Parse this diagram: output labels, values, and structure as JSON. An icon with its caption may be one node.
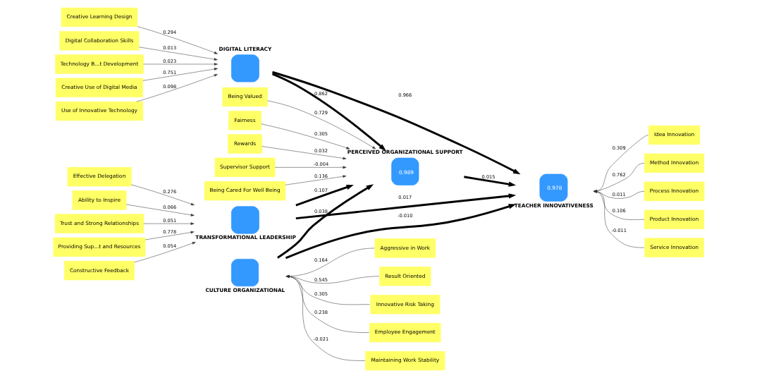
{
  "diagram": {
    "nodes": [
      {
        "text": [
          "DIGITAL LITERACY"
        ]
      },
      {
        "text": [
          "Creative Learning Design"
        ]
      },
      {
        "text": [
          "Digital Collaboration Skills"
        ]
      },
      {
        "text": [
          "Technology B...t Development"
        ]
      },
      {
        "text": [
          "Creative Use of Digital Media"
        ]
      },
      {
        "text": [
          "Use of Innovative Technology"
        ]
      },
      {
        "text": [
          "PERCEIVED ORGANIZATIONAL SUPPORT",
          "0.989"
        ]
      },
      {
        "text": [
          "Being Cared For Well Being"
        ]
      },
      {
        "text": [
          "Being Valued"
        ]
      },
      {
        "text": [
          "Fairness"
        ]
      },
      {
        "text": [
          "Rewards"
        ]
      },
      {
        "text": [
          "Supervisor Support"
        ]
      },
      {
        "text": [
          "0.978",
          "TEACHER INNOVATIVENESS"
        ]
      },
      {
        "text": [
          "Idea Innovation"
        ]
      },
      {
        "text": [
          "Method Innovation"
        ]
      },
      {
        "text": [
          "Process Innovation"
        ]
      },
      {
        "text": [
          "Product Innovation"
        ]
      },
      {
        "text": [
          "Service Innovation"
        ]
      },
      {
        "text": [
          "TRANSFORMATIONAL LEADERSHIP"
        ]
      },
      {
        "text": [
          "Effective Delegation"
        ]
      },
      {
        "text": [
          "Ability to Inspire"
        ]
      },
      {
        "text": [
          "Trust and Strong Relationships"
        ]
      },
      {
        "text": [
          "Providing Sup...t and Resources"
        ]
      },
      {
        "text": [
          "Constructive Feedback"
        ]
      },
      {
        "text": [
          "CULTURE ORGANIZATIONAL"
        ]
      },
      {
        "text": [
          "Aggressive in Work"
        ]
      },
      {
        "text": [
          "Result Oriented"
        ]
      },
      {
        "text": [
          "Innovative Risk Taking"
        ]
      },
      {
        "text": [
          "Employee Engagement"
        ]
      },
      {
        "text": [
          "Maintaining Work Stability"
        ]
      }
    ],
    "edges": [
      {
        "from": 1,
        "to": 0,
        "arrow": "to",
        "label": "0.294"
      },
      {
        "from": 2,
        "to": 0,
        "arrow": "to",
        "label": "0.013"
      },
      {
        "from": 3,
        "to": 0,
        "arrow": "to",
        "label": "0.023"
      },
      {
        "from": 4,
        "to": 0,
        "arrow": "to",
        "label": "0.751"
      },
      {
        "from": 5,
        "to": 0,
        "arrow": "to",
        "label": "0.098"
      },
      {
        "from": 7,
        "to": 6,
        "arrow": "to",
        "label": "0.136"
      },
      {
        "from": 8,
        "to": 6,
        "arrow": "to",
        "label": "0.729"
      },
      {
        "from": 9,
        "to": 6,
        "arrow": "to",
        "label": "0.305"
      },
      {
        "from": 10,
        "to": 6,
        "arrow": "to",
        "label": "0.032"
      },
      {
        "from": 11,
        "to": 6,
        "arrow": "to",
        "label": "-0.004"
      },
      {
        "from": 13,
        "to": 12,
        "arrow": "to",
        "label": "0.309"
      },
      {
        "from": 14,
        "to": 12,
        "arrow": "to",
        "label": "0.762"
      },
      {
        "from": 15,
        "to": 12,
        "arrow": "to",
        "label": "0.011"
      },
      {
        "from": 16,
        "to": 12,
        "arrow": "to",
        "label": "0.106"
      },
      {
        "from": 17,
        "to": 12,
        "arrow": "to",
        "label": "-0.011"
      },
      {
        "from": 19,
        "to": 18,
        "arrow": "to",
        "label": "0.276"
      },
      {
        "from": 20,
        "to": 18,
        "arrow": "to",
        "label": "0.066"
      },
      {
        "from": 21,
        "to": 18,
        "arrow": "to",
        "label": "0.051"
      },
      {
        "from": 22,
        "to": 18,
        "arrow": "to",
        "label": "0.778"
      },
      {
        "from": 23,
        "to": 18,
        "arrow": "to",
        "label": "0.054"
      },
      {
        "from": 25,
        "to": 24,
        "arrow": "to",
        "label": "0.164"
      },
      {
        "from": 26,
        "to": 24,
        "arrow": "to",
        "label": "0.545"
      },
      {
        "from": 27,
        "to": 24,
        "arrow": "to",
        "label": "0.305"
      },
      {
        "from": 28,
        "to": 24,
        "arrow": "to",
        "label": "0.238"
      },
      {
        "from": 29,
        "to": 24,
        "arrow": "to",
        "label": "-0.021"
      },
      {
        "from": 0,
        "to": 6,
        "arrow": "to",
        "label": "0.862",
        "style": "thick"
      },
      {
        "from": 0,
        "to": 12,
        "arrow": "to",
        "label": "0.966",
        "style": "thick"
      },
      {
        "from": 6,
        "to": 12,
        "arrow": "to",
        "label": "0.015",
        "style": "thick"
      },
      {
        "from": 18,
        "to": 6,
        "arrow": "to",
        "label": "0.107",
        "style": "thick"
      },
      {
        "from": 18,
        "to": 12,
        "arrow": "to",
        "label": "0.017",
        "style": "thick"
      },
      {
        "from": 24,
        "to": 6,
        "arrow": "to",
        "label": "0.038",
        "style": "thick"
      },
      {
        "from": 24,
        "to": 12,
        "arrow": "to",
        "label": "-0.010",
        "style": "thick"
      }
    ]
  }
}
